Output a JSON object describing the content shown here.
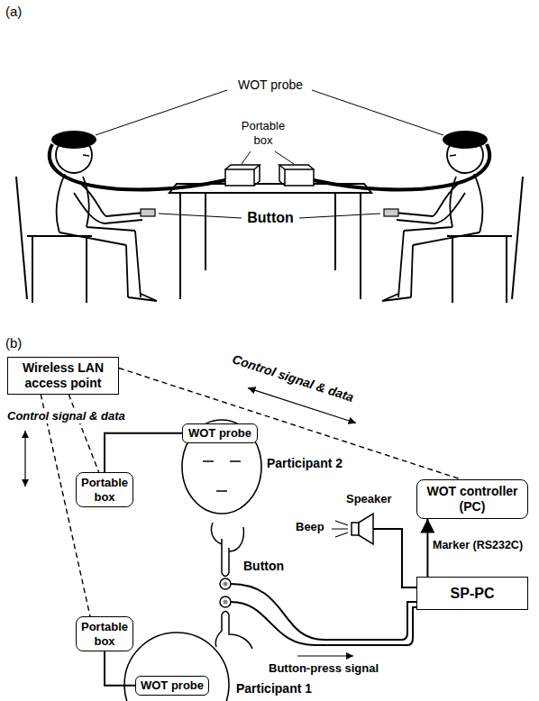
{
  "diagram": {
    "nodes": [
      {
        "text": [
          "Wireless LAN access point"
        ]
      },
      {
        "text": [
          "WOT probe"
        ]
      },
      {
        "text": [
          "WOT controller (PC)"
        ]
      },
      {
        "text": [
          "Portable box"
        ]
      },
      {
        "text": [
          "SP-PC"
        ]
      },
      {
        "text": [
          "Portable box"
        ]
      },
      {
        "text": [
          "WOT probe"
        ]
      }
    ],
    "edges": [
      {
        "from": 0,
        "to": 2,
        "arrow": "none",
        "label": "Control signal & data"
      },
      {
        "from": 0,
        "to": 3,
        "arrow": "none"
      },
      {
        "from": 0,
        "to": 5,
        "arrow": "none"
      },
      {
        "from": 3,
        "to": 1,
        "arrow": "none"
      },
      {
        "from": 4,
        "to": 2,
        "arrow": "to",
        "label": "Marker (RS232C)"
      },
      {
        "from": 5,
        "to": 6,
        "arrow": "none"
      }
    ],
    "labels": [
      "(a)",
      "WOT probe",
      "Portable box",
      "Button",
      "(b)",
      "Control signal & data",
      "Participant 2",
      "Speaker",
      "Beep",
      "Button",
      "Button-press signal",
      "Participant 1"
    ]
  }
}
